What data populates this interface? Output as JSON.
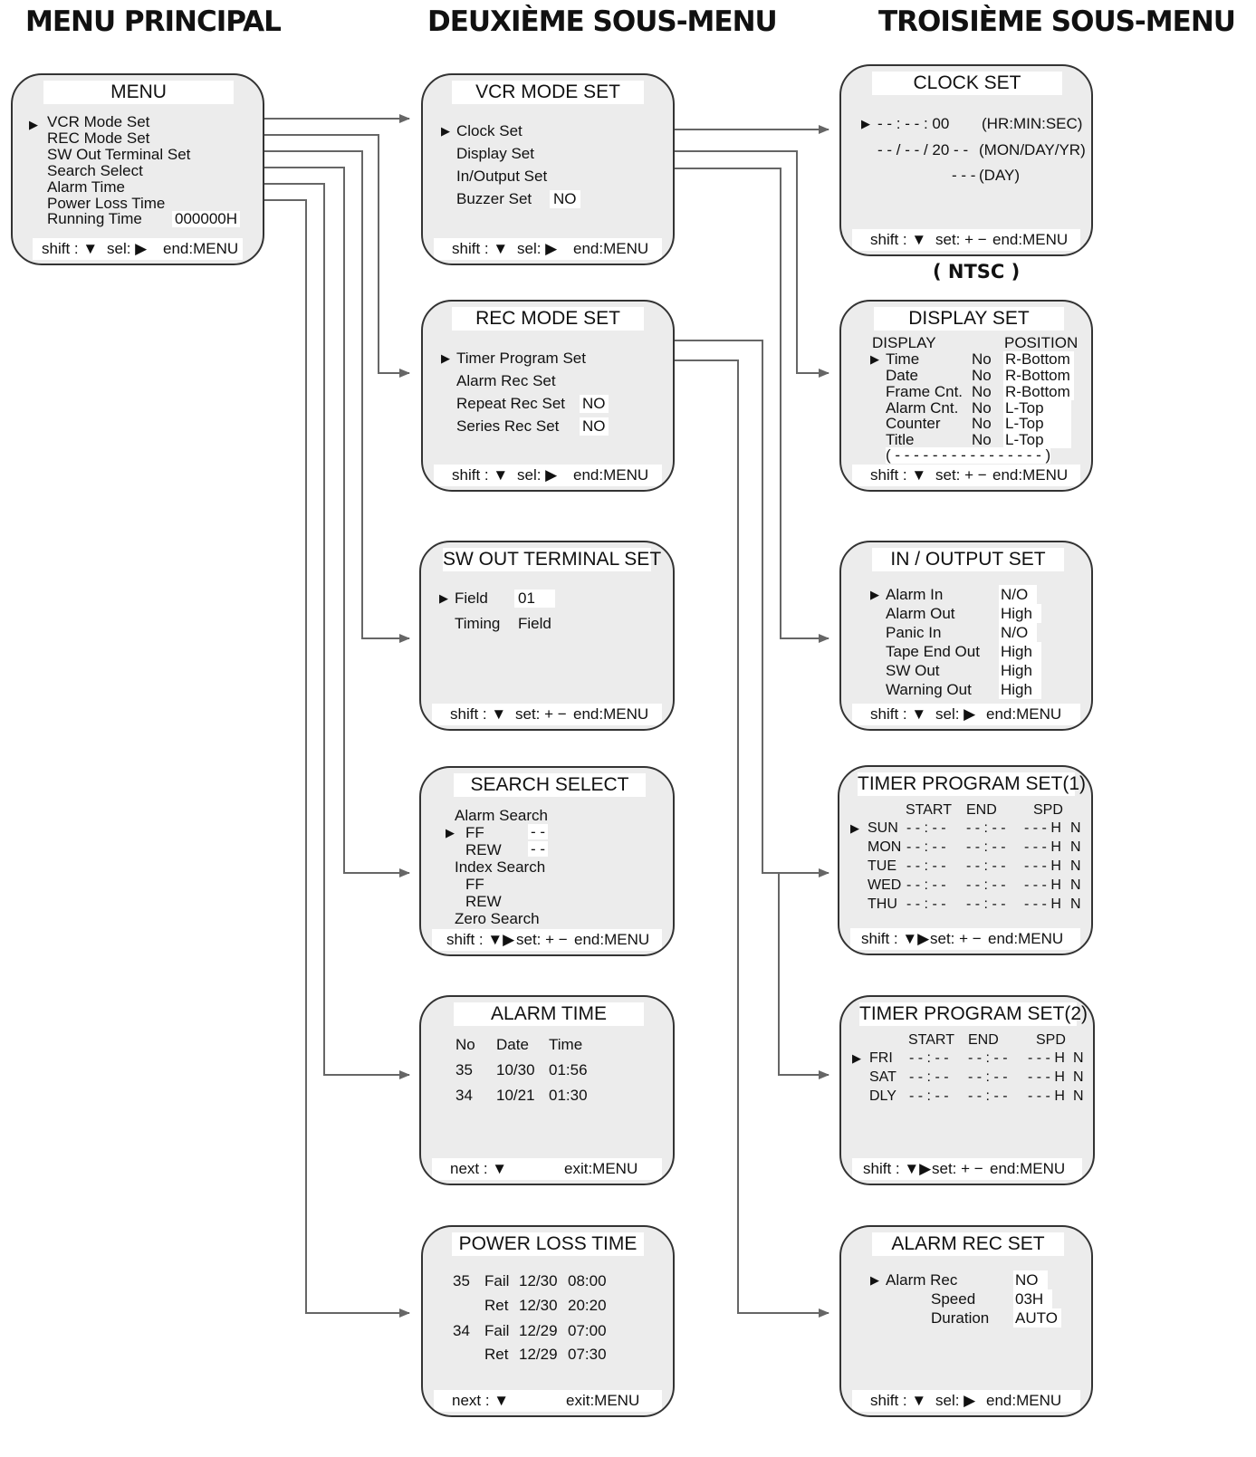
{
  "headers": {
    "main": "MENU PRINCIPAL",
    "second": "DEUXIÈME SOUS-MENU",
    "third": "TROISIÈME SOUS-MENU"
  },
  "marker": "▶",
  "menu": {
    "title": "MENU",
    "items": [
      "VCR Mode Set",
      "REC Mode Set",
      "SW Out Terminal Set",
      "Search Select",
      "Alarm Time",
      "Power Loss Time",
      "Running Time"
    ],
    "running_time": "000000H",
    "foot": {
      "shift": "shift : ▼",
      "sel": "sel: ▶",
      "end": "end:MENU"
    }
  },
  "vcr": {
    "title": "VCR MODE SET",
    "items": [
      "Clock Set",
      "Display Set",
      "In/Output Set",
      "Buzzer Set"
    ],
    "buzzer": "NO",
    "foot": {
      "shift": "shift : ▼",
      "sel": "sel: ▶",
      "end": "end:MENU"
    }
  },
  "rec": {
    "title": "REC MODE SET",
    "items": [
      "Timer Program Set",
      "Alarm Rec Set",
      "Repeat Rec Set",
      "Series Rec Set"
    ],
    "repeat": "NO",
    "series": "NO",
    "foot": {
      "shift": "shift : ▼",
      "sel": "sel: ▶",
      "end": "end:MENU"
    }
  },
  "sw": {
    "title": "SW OUT TERMINAL SET",
    "field_label": "Field",
    "field_value": "01",
    "timing_label": "Timing",
    "timing_value": "Field",
    "foot": {
      "shift": "shift : ▼",
      "set": "set: + −",
      "end": "end:MENU"
    }
  },
  "search": {
    "title": "SEARCH SELECT",
    "alarm": "Alarm Search",
    "ff": "FF",
    "rew": "REW",
    "ff_val": "- -",
    "rew_val": "- -",
    "index": "Index Search",
    "index_ff": "FF",
    "index_rew": "REW",
    "zero": "Zero Search",
    "foot": {
      "shift": "shift : ▼▶",
      "set": "set: + −",
      "end": "end:MENU"
    }
  },
  "alarm_time": {
    "title": "ALARM TIME",
    "headers": [
      "No",
      "Date",
      "Time"
    ],
    "rows": [
      [
        "35",
        "10/30",
        "01:56"
      ],
      [
        "34",
        "10/21",
        "01:30"
      ]
    ],
    "foot": {
      "next": "next : ▼",
      "exit": "exit:MENU"
    }
  },
  "power": {
    "title": "POWER LOSS TIME",
    "rows": [
      [
        "35",
        "Fail",
        "12/30",
        "08:00"
      ],
      [
        "",
        "Ret",
        "12/30",
        "20:20"
      ],
      [
        "34",
        "Fail",
        "12/29",
        "07:00"
      ],
      [
        "",
        "Ret",
        "12/29",
        "07:30"
      ]
    ],
    "foot": {
      "next": "next : ▼",
      "exit": "exit:MENU"
    }
  },
  "clock": {
    "title": "CLOCK SET",
    "time": "- - : - - : 00",
    "time_hint": "(HR:MIN:SEC)",
    "date": "- - / - - / 20 - -",
    "date_hint": "(MON/DAY/YR)",
    "day": "- - -",
    "day_hint": "(DAY)",
    "foot": {
      "shift": "shift : ▼",
      "set": "set: + −",
      "end": "end:MENU"
    }
  },
  "ntsc": "( NTSC )",
  "display": {
    "title": "DISPLAY SET",
    "col1": "DISPLAY",
    "col2": "POSITION",
    "rows": [
      [
        "Time",
        "No",
        "R-Bottom"
      ],
      [
        "Date",
        "No",
        "R-Bottom"
      ],
      [
        "Frame Cnt.",
        "No",
        "R-Bottom"
      ],
      [
        "Alarm Cnt.",
        "No",
        "L-Top"
      ],
      [
        "Counter",
        "No",
        "L-Top"
      ],
      [
        "Title",
        "No",
        "L-Top"
      ]
    ],
    "title_field": "( - - - - - - - - - - - - - - - - )",
    "foot": {
      "shift": "shift : ▼",
      "set": "set: + −",
      "end": "end:MENU"
    }
  },
  "io": {
    "title": "IN / OUTPUT SET",
    "rows": [
      [
        "Alarm In",
        "N/O"
      ],
      [
        "Alarm Out",
        "High"
      ],
      [
        "Panic In",
        "N/O"
      ],
      [
        "Tape End Out",
        "High"
      ],
      [
        "SW Out",
        "High"
      ],
      [
        "Warning Out",
        "High"
      ]
    ],
    "foot": {
      "shift": "shift : ▼",
      "sel": "sel: ▶",
      "end": "end:MENU"
    }
  },
  "timer1": {
    "title": "TIMER PROGRAM SET(1)",
    "cols": [
      "START",
      "END",
      "SPD"
    ],
    "rows": [
      [
        "SUN",
        "- - : - -",
        "- - : - -",
        "- - - H",
        "N"
      ],
      [
        "MON",
        "- - : - -",
        "- - : - -",
        "- - - H",
        "N"
      ],
      [
        "TUE",
        "- - : - -",
        "- - : - -",
        "- - - H",
        "N"
      ],
      [
        "WED",
        "- - : - -",
        "- - : - -",
        "- - - H",
        "N"
      ],
      [
        "THU",
        "- - : - -",
        "- - : - -",
        "- - - H",
        "N"
      ]
    ],
    "foot": {
      "shift": "shift : ▼▶",
      "set": "set: + −",
      "end": "end:MENU"
    }
  },
  "timer2": {
    "title": "TIMER PROGRAM SET(2)",
    "cols": [
      "START",
      "END",
      "SPD"
    ],
    "rows": [
      [
        "FRI",
        "- - : - -",
        "- - : - -",
        "- - - H",
        "N"
      ],
      [
        "SAT",
        "- - : - -",
        "- - : - -",
        "- - - H",
        "N"
      ],
      [
        "DLY",
        "- - : - -",
        "- - : - -",
        "- - - H",
        "N"
      ]
    ],
    "foot": {
      "shift": "shift : ▼▶",
      "set": "set: + −",
      "end": "end:MENU"
    }
  },
  "alarmrec": {
    "title": "ALARM REC SET",
    "rows": [
      [
        "Alarm Rec",
        "NO"
      ],
      [
        "Speed",
        "03H"
      ],
      [
        "Duration",
        "AUTO"
      ]
    ],
    "foot": {
      "shift": "shift : ▼",
      "sel": "sel: ▶",
      "end": "end:MENU"
    }
  },
  "colors": {
    "line": "#666666",
    "box_fill": "#ececec",
    "border": "#333333"
  }
}
